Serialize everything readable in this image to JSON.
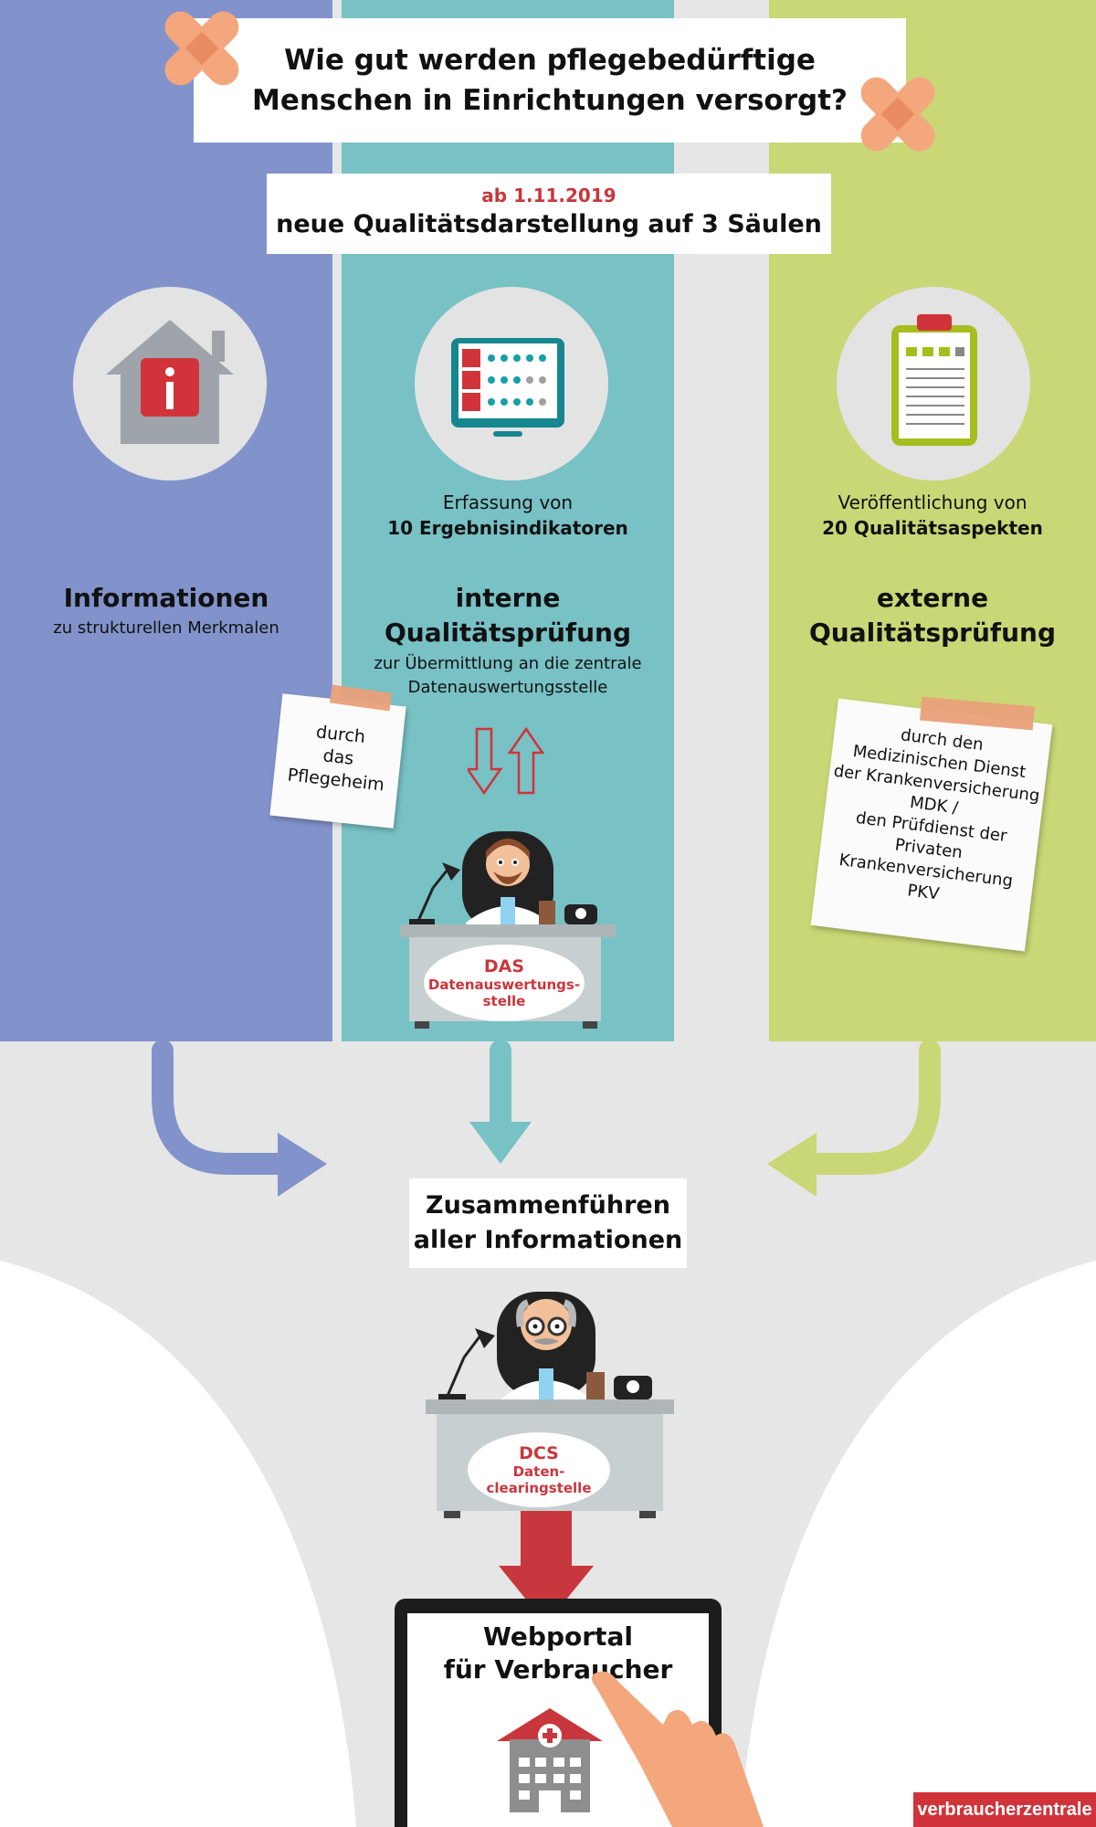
{
  "title": "Wie gut werden pflegebedürftige Menschen in Einrichtungen versorgt?",
  "title_line1": "Wie gut werden pflegebedürftige",
  "title_line2": "Menschen in Einrichtungen versorgt?",
  "subtitle": {
    "date": "ab 1.11.2019",
    "text": "neue Qualitätsdarstellung auf 3 Säulen"
  },
  "colors": {
    "left_column": "#8293cc",
    "middle_column": "#78c1c5",
    "right_column": "#c9d776",
    "accent_red": "#c8373d",
    "background": "#e6e6e6"
  },
  "columns": {
    "left": {
      "icon": "house-info-icon",
      "heading": "Informationen",
      "subheading": "zu strukturellen Merkmalen",
      "note_line1": "durch",
      "note_line2": "das",
      "note_line3": "Pflegeheim"
    },
    "middle": {
      "icon": "tablet-indicators-icon",
      "label_line1": "Erfassung von",
      "label_line2": "10 Ergebnisindikatoren",
      "heading_line1": "interne",
      "heading_line2": "Qualitätsprüfung",
      "sub_line1": "zur Übermittlung an die zentrale",
      "sub_line2": "Datenauswertungsstelle",
      "desk_title": "DAS",
      "desk_line1": "Datenauswertungs-",
      "desk_line2": "stelle"
    },
    "right": {
      "icon": "clipboard-icon",
      "label_line1": "Veröffentlichung von",
      "label_line2": "20 Qualitätsaspekten",
      "heading_line1": "externe",
      "heading_line2": "Qualitätsprüfung",
      "note_lines": [
        "durch den",
        "Medizinischen Dienst",
        "der Krankenversicherung",
        "MDK /",
        "den Prüfdienst der",
        "Privaten",
        "Krankenversicherung",
        "PKV"
      ]
    }
  },
  "merge": {
    "line1": "Zusammenführen",
    "line2": "aller Informationen"
  },
  "dcs": {
    "title": "DCS",
    "line1": "Daten-",
    "line2": "clearingstelle"
  },
  "portal": {
    "line1": "Webportal",
    "line2": "für Verbraucher",
    "icon": "hospital-icon"
  },
  "brand": "verbraucherzentrale"
}
